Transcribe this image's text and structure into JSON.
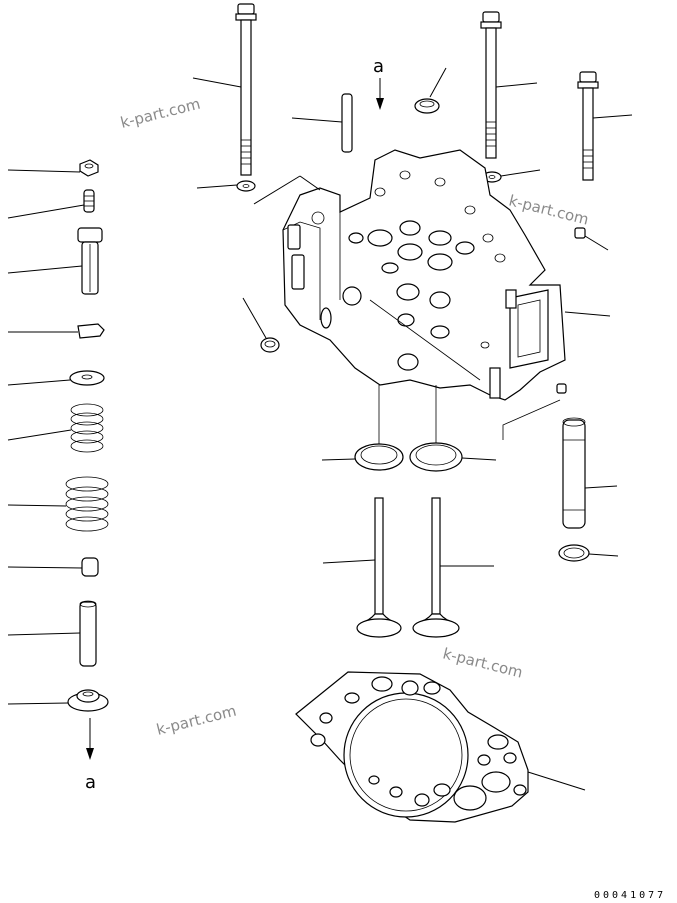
{
  "view_marker_top": "a",
  "view_marker_bottom": "a",
  "watermarks": [
    "k-part.com",
    "k-part.com",
    "k-part.com",
    "k-part.com"
  ],
  "drawing_code": "00041077"
}
